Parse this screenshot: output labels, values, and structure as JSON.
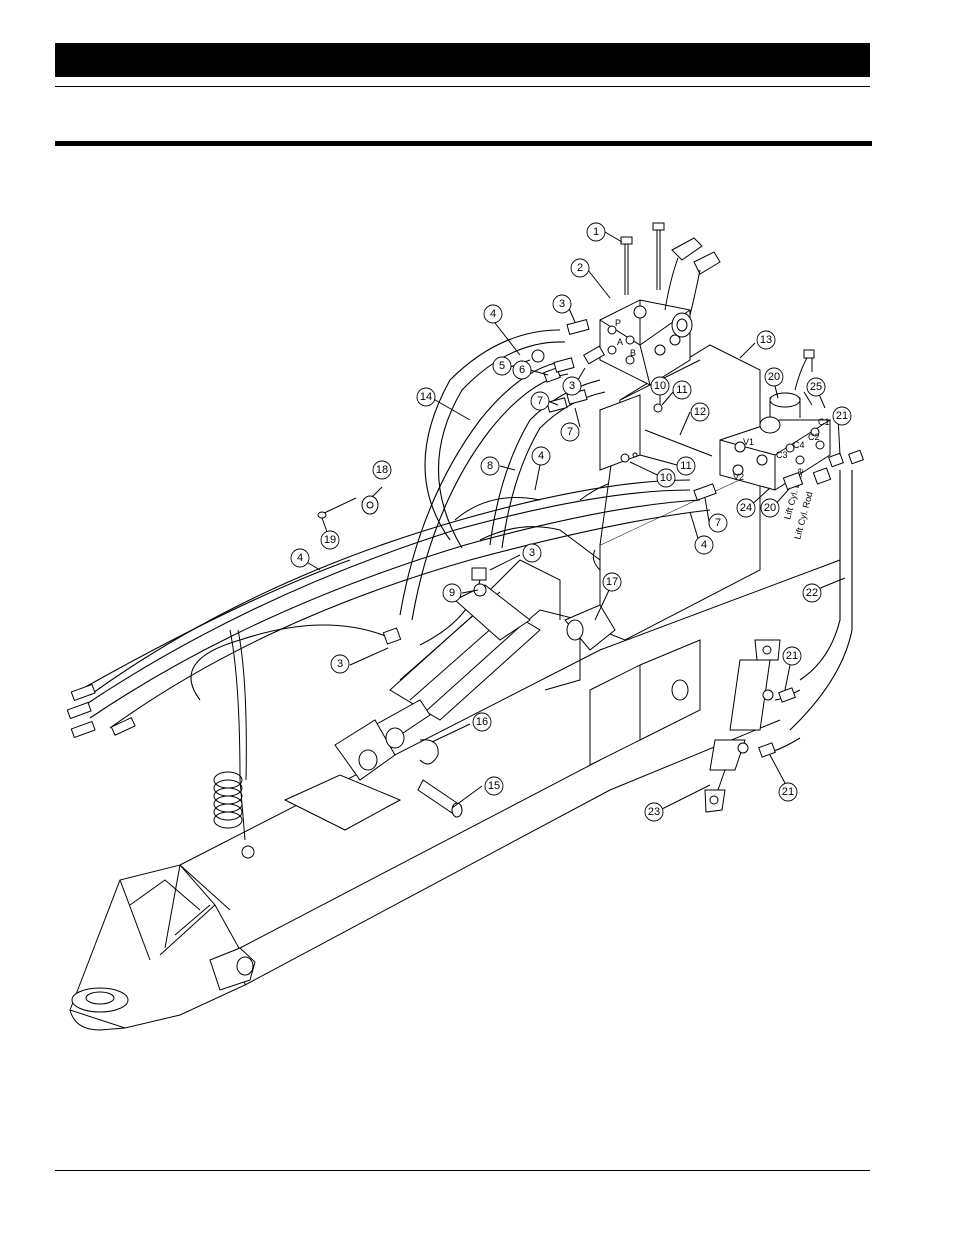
{
  "page": {
    "header_bar": "",
    "section_rule": ""
  },
  "callouts": [
    "1",
    "2",
    "3",
    "4",
    "5",
    "6",
    "7",
    "8",
    "9",
    "10",
    "11",
    "12",
    "13",
    "14",
    "15",
    "16",
    "17",
    "18",
    "19",
    "20",
    "21",
    "22",
    "23",
    "24",
    "25",
    "3",
    "3",
    "3",
    "3",
    "7",
    "7",
    "10",
    "11",
    "20",
    "21",
    "21",
    "4",
    "4",
    "4"
  ],
  "port_labels": {
    "p": "P",
    "a": "A",
    "b": "B",
    "v1": "V1",
    "v2": "V2",
    "c1": "C1",
    "c2": "C2",
    "c3": "C3",
    "c4": "C4"
  },
  "hose_labels": {
    "lift_cyl_base": "Lift Cyl. Base",
    "lift_cyl_rod": "Lift Cyl. Rod"
  }
}
